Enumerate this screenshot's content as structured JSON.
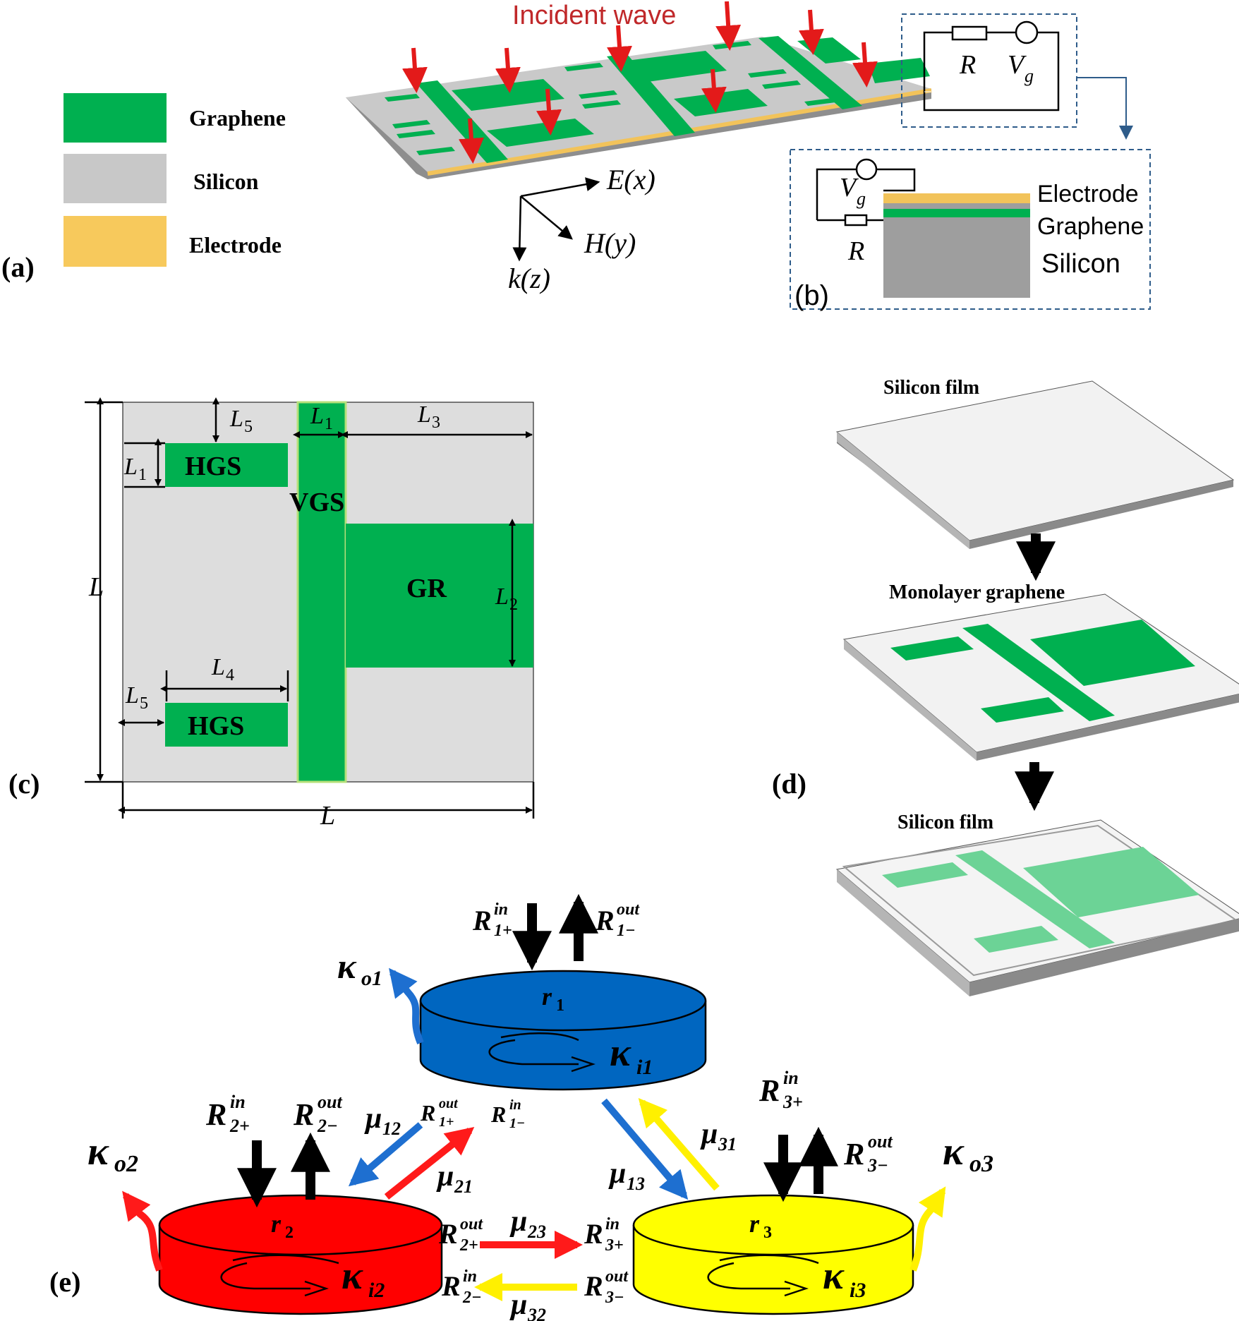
{
  "legend": {
    "graphene": {
      "label": "Graphene",
      "color": "#00B050"
    },
    "silicon": {
      "label": "Silicon",
      "color": "#C8C8C8"
    },
    "electrode": {
      "label": "Electrode",
      "color": "#F7C95C"
    }
  },
  "panel_a": {
    "tag": "(a)",
    "title": "Incident wave",
    "circuit_R": "R",
    "circuit_V": "V",
    "circuit_V_sub": "g",
    "axis_E": "E(x)",
    "axis_H": "H(y)",
    "axis_k": "k(z)"
  },
  "panel_b": {
    "tag": "(b)",
    "V": "V",
    "V_sub": "g",
    "R": "R",
    "layer_electrode": "Electrode",
    "layer_graphene": "Graphene",
    "layer_silicon": "Silicon"
  },
  "panel_c": {
    "tag": "(c)",
    "hgs_top": "HGS",
    "hgs_bottom": "HGS",
    "vgs": "VGS",
    "gr": "GR",
    "L": "L",
    "L1": "1",
    "L2": "2",
    "L3": "3",
    "L4": "4",
    "L5": "5"
  },
  "panel_d": {
    "tag": "(d)",
    "step1": "Silicon film",
    "step2": "Monolayer graphene",
    "step3": "Silicon film"
  },
  "panel_e": {
    "tag": "(e)",
    "r1": "r",
    "r1_sub": "1",
    "r2": "r",
    "r2_sub": "2",
    "r3": "r",
    "r3_sub": "3",
    "kappa": "κ",
    "ko1": "o1",
    "ko2": "o2",
    "ko3": "o3",
    "ki1": "i1",
    "ki2": "i2",
    "ki3": "i3",
    "mu": "μ",
    "mu12": "12",
    "mu21": "21",
    "mu13": "13",
    "mu31": "31",
    "mu23": "23",
    "mu32": "32",
    "R": "R",
    "in": "in",
    "out": "out",
    "s1p": "1+",
    "s1m": "1−",
    "s2p": "2+",
    "s2m": "2−",
    "s3p": "3+",
    "s3m": "3−",
    "colors": {
      "ring1": "#0066C0",
      "ring2": "#FF0000",
      "ring3": "#FFFF00",
      "blue_arrow": "#1E6FD0",
      "red_arrow": "#FF1A1A",
      "yellow_arrow": "#FFF000"
    }
  }
}
